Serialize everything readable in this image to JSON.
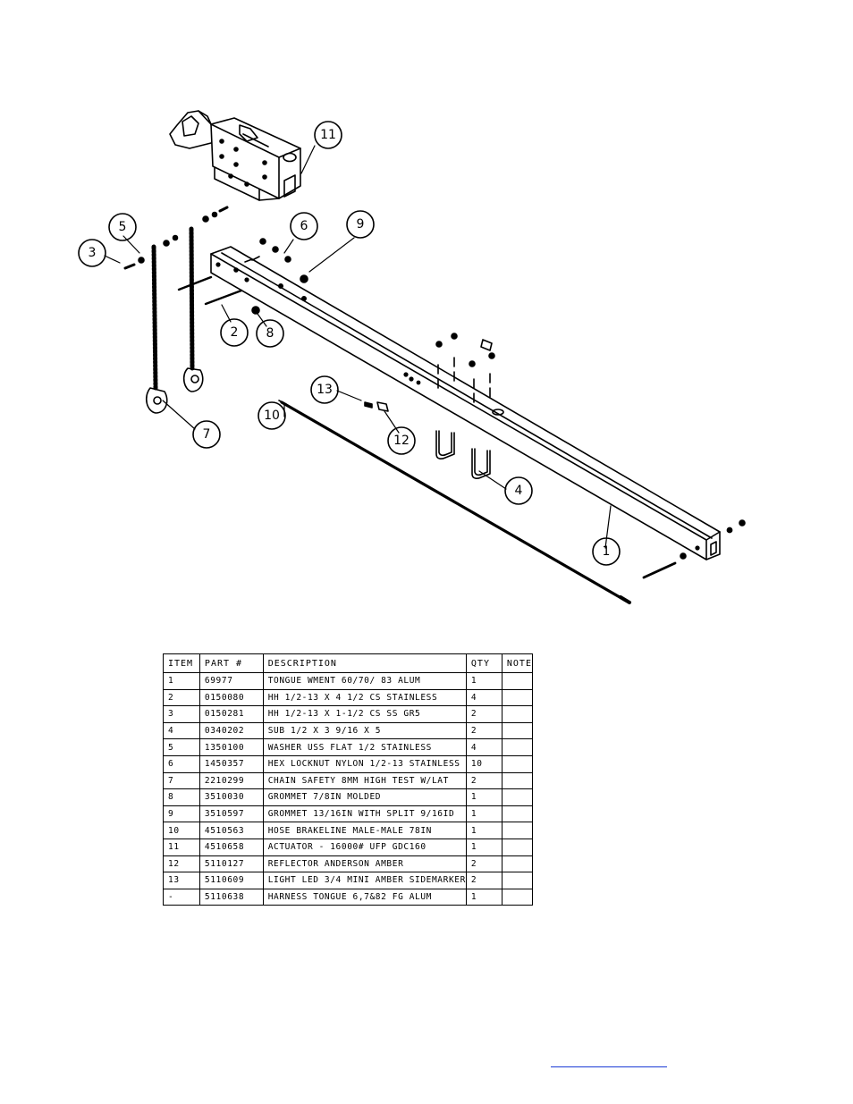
{
  "callouts": {
    "c1": "1",
    "c2": "2",
    "c3": "3",
    "c4": "4",
    "c5": "5",
    "c6": "6",
    "c7": "7",
    "c8": "8",
    "c9": "9",
    "c10": "10",
    "c11": "11",
    "c12": "12",
    "c13": "13"
  },
  "table": {
    "headers": [
      "ITEM",
      "PART #",
      "DESCRIPTION",
      "QTY",
      "NOTE"
    ],
    "rows": [
      [
        "1",
        "69977",
        "TONGUE WMENT 60/70/ 83 ALUM",
        "1",
        ""
      ],
      [
        "2",
        "0150080",
        "HH 1/2-13 X 4 1/2 CS STAINLESS",
        "4",
        ""
      ],
      [
        "3",
        "0150281",
        "HH 1/2-13 X 1-1/2 CS SS GR5",
        "2",
        ""
      ],
      [
        "4",
        "0340202",
        "SUB 1/2 X 3 9/16 X 5",
        "2",
        ""
      ],
      [
        "5",
        "1350100",
        "WASHER USS FLAT 1/2 STAINLESS",
        "4",
        ""
      ],
      [
        "6",
        "1450357",
        "HEX LOCKNUT NYLON 1/2-13 STAINLESS",
        "10",
        ""
      ],
      [
        "7",
        "2210299",
        "CHAIN SAFETY 8MM HIGH TEST W/LAT",
        "2",
        ""
      ],
      [
        "8",
        "3510030",
        "GROMMET  7/8IN MOLDED",
        "1",
        ""
      ],
      [
        "9",
        "3510597",
        "GROMMET 13/16IN  WITH SPLIT 9/16ID",
        "1",
        ""
      ],
      [
        "10",
        "4510563",
        "HOSE BRAKELINE MALE-MALE 78IN",
        "1",
        ""
      ],
      [
        "11",
        "4510658",
        "ACTUATOR - 16000# UFP  GDC160",
        "1",
        ""
      ],
      [
        "12",
        "5110127",
        "REFLECTOR ANDERSON AMBER",
        "2",
        ""
      ],
      [
        "13",
        "5110609",
        "LIGHT LED 3/4 MINI AMBER SIDEMARKER",
        "2",
        ""
      ],
      [
        "-",
        "5110638",
        "HARNESS  TONGUE 6,7&82 FG ALUM",
        "1",
        ""
      ]
    ]
  },
  "colors": {
    "link": "#1a3bd6"
  }
}
